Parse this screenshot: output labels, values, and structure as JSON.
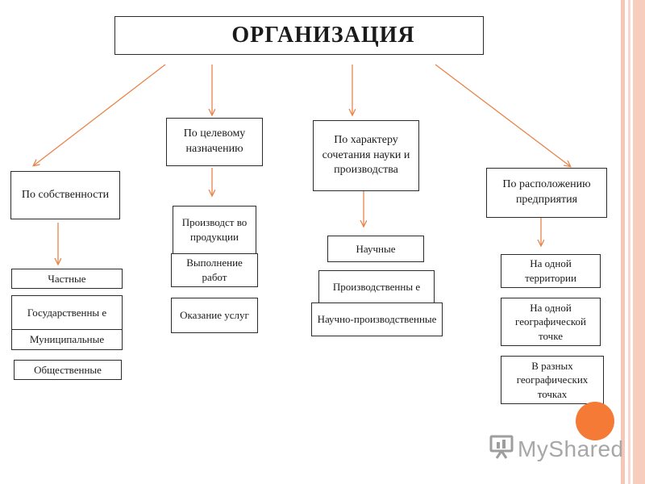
{
  "title": "ОРГАНИЗАЦИЯ",
  "categories": {
    "ownership": "По собственности",
    "purpose": "По целевому назначению",
    "science": "По характеру сочетания науки и производства",
    "location": "По расположению предприятия"
  },
  "ownership_items": [
    "Частные",
    "Государственны е",
    "Муниципальные",
    "Общественные"
  ],
  "purpose_items": [
    "Производст во продукции",
    "Выполнение работ",
    "Оказание услуг"
  ],
  "science_items": [
    "Научные",
    "Производственны е",
    "Научно-производственные"
  ],
  "location_items": [
    "На одной территории",
    "На одной географической точке",
    "В разных географических точках"
  ],
  "logo": {
    "text": "MyShared",
    "icon": "presentation-board-icon"
  },
  "colors": {
    "arrow": "#e8844a",
    "accent_circle": "#f47a36",
    "stripe": "#f6c7b4",
    "border": "#2b2b2b"
  }
}
